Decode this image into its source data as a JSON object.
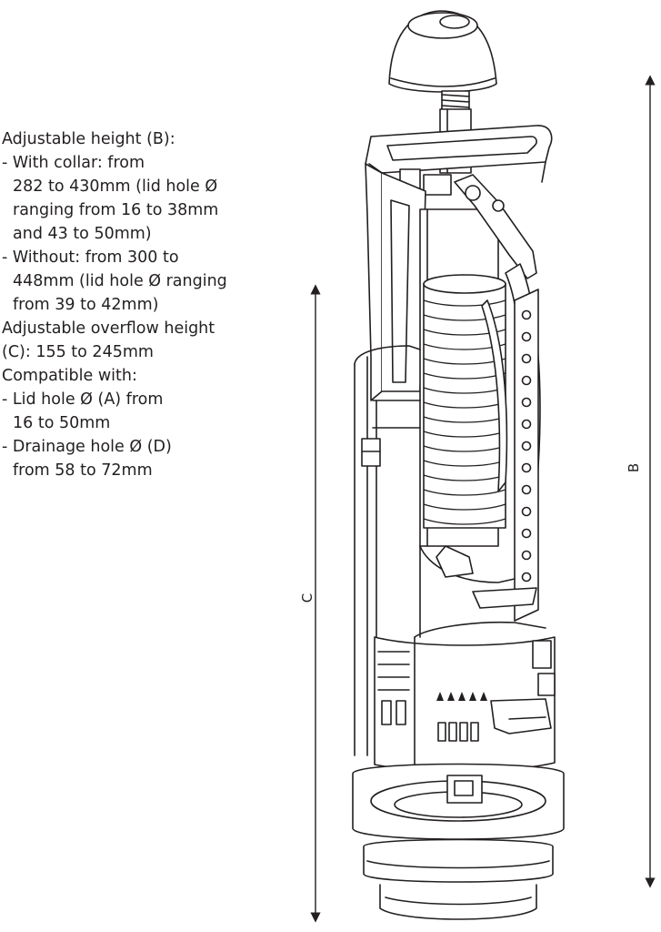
{
  "specs": {
    "height_title": "Adjustable height (B):",
    "collar_line1": "- With collar: from",
    "collar_line2": "282 to 430mm (lid hole Ø",
    "collar_line3": "ranging from 16 to 38mm",
    "collar_line4": "and 43 to 50mm)",
    "without_line1": "- Without: from 300 to",
    "without_line2": "448mm (lid hole Ø ranging",
    "without_line3": "from 39 to 42mm)",
    "overflow_line1": "Adjustable overflow height",
    "overflow_line2": "(C): 155 to 245mm",
    "compatible_title": "Compatible with:",
    "lid_line1": "- Lid hole Ø (A) from",
    "lid_line2": "16 to 50mm",
    "drain_line1": "- Drainage hole Ø (D)",
    "drain_line2": "from 58 to 72mm"
  },
  "dimensions": {
    "b_label": "B",
    "c_label": "C"
  },
  "colors": {
    "line": "#231f20",
    "fill": "#ffffff"
  }
}
